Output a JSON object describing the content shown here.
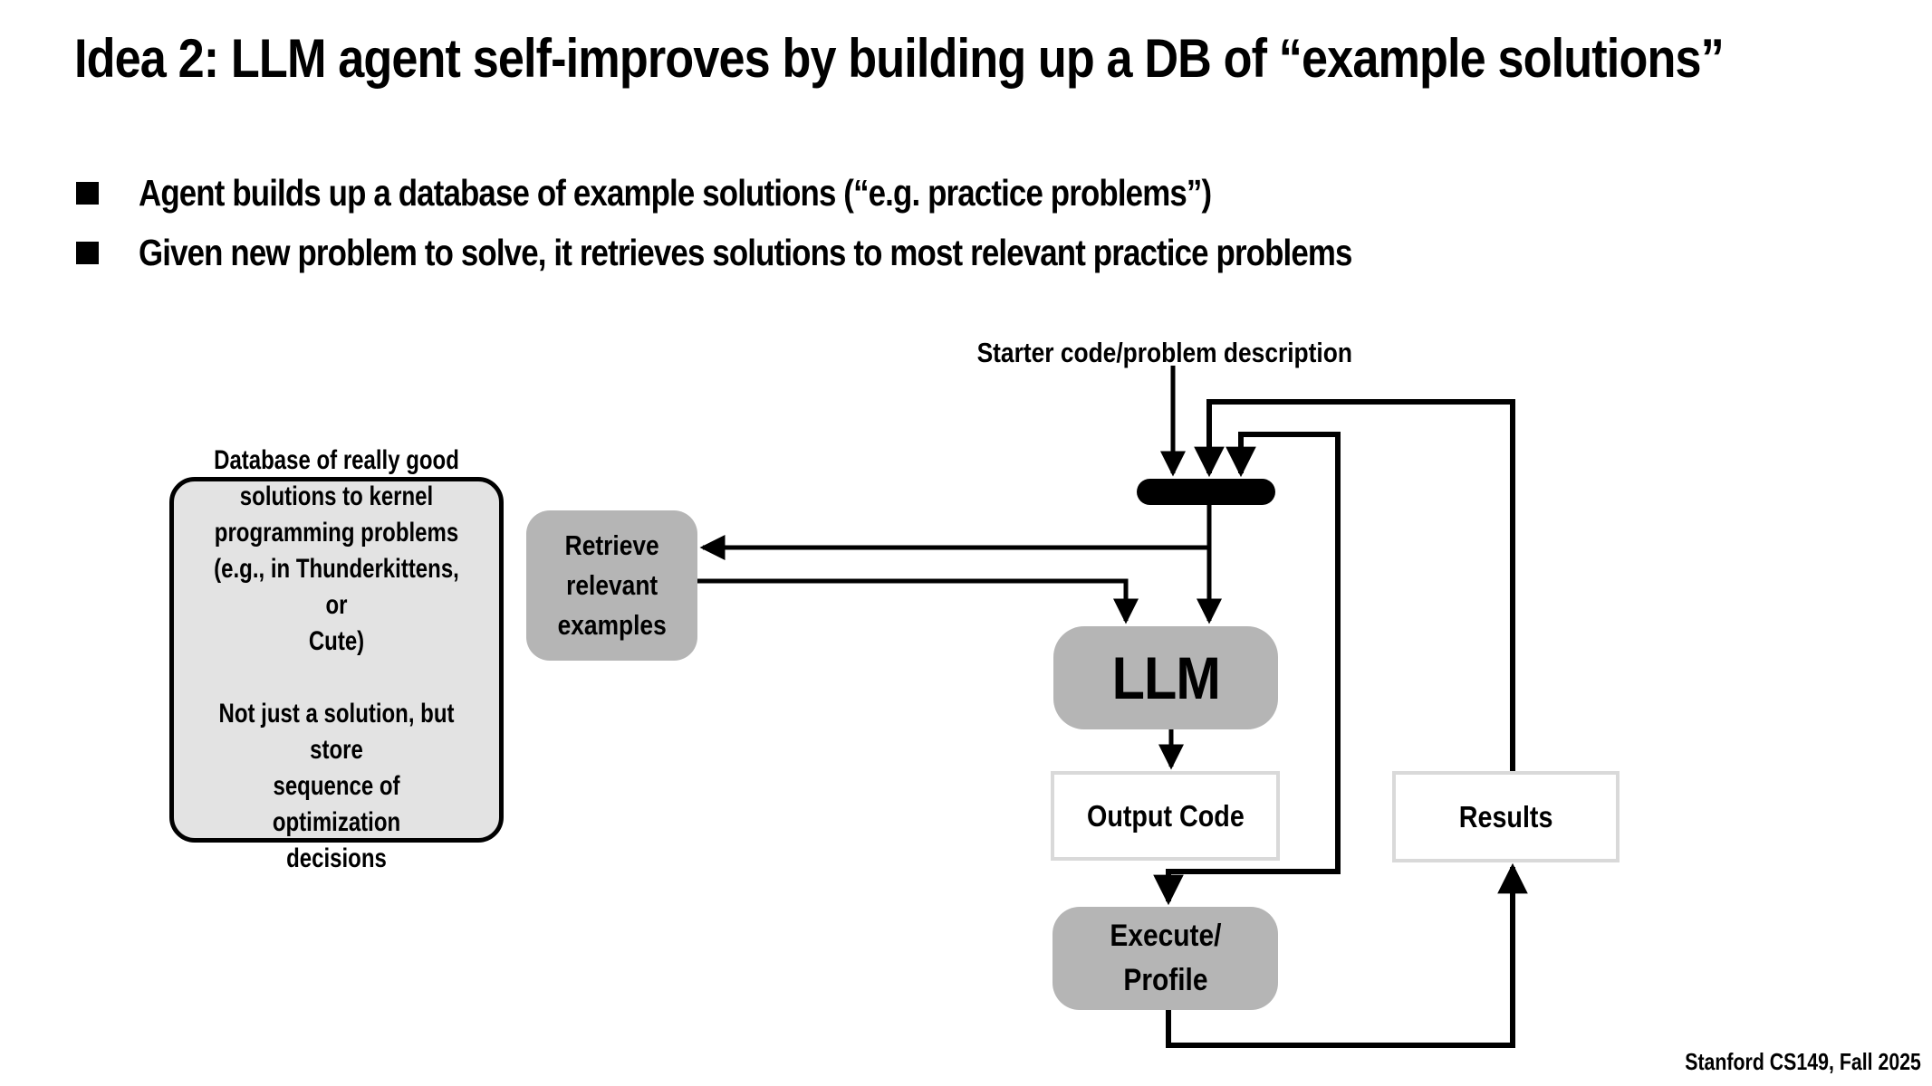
{
  "slide": {
    "title": "Idea 2: LLM agent self-improves by building up a DB of “example solutions”",
    "bullets": [
      "Agent builds up a database of example solutions (“e.g. practice problems”)",
      "Given new problem to solve, it retrieves solutions to most relevant practice problems"
    ],
    "footer": "Stanford CS149, Fall 2025"
  },
  "diagram": {
    "starter_label": "Starter code/problem description",
    "db_box": {
      "para1": "Database of really good\nsolutions to kernel\nprogramming problems\n(e.g., in Thunderkittens, or\nCute)",
      "para2": "Not just a solution, but store\nsequence of optimization\ndecisions"
    },
    "retrieve_box": "Retrieve\nrelevant\nexamples",
    "llm_box": "LLM",
    "output_code_box": "Output Code",
    "results_box": "Results",
    "execute_box": "Execute/\nProfile",
    "merge_bar": "context merge bar"
  },
  "theme": {
    "bg": "#ffffff",
    "text": "#000000",
    "line": "#000000",
    "box_gray": "#b5b5b5",
    "db_fill": "#e3e3e3",
    "light_border": "#d9d9d9"
  }
}
